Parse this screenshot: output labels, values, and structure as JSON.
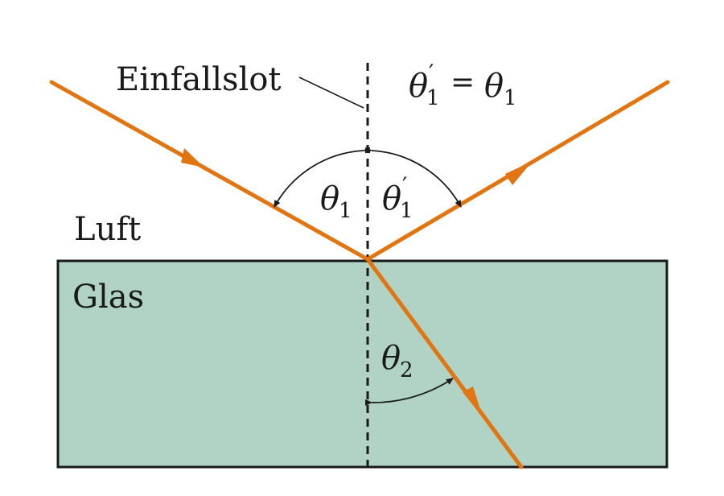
{
  "labels": {
    "normal": "Einfallslot",
    "air": "Luft",
    "glass": "Glas"
  },
  "angles": {
    "theta": "θ",
    "prime": "′",
    "equals": "=",
    "sub1": "1",
    "sub2": "2"
  },
  "colors": {
    "ray": "#e07512",
    "glass_fill": "#b0d3c6",
    "outline": "#1a1a1a"
  }
}
